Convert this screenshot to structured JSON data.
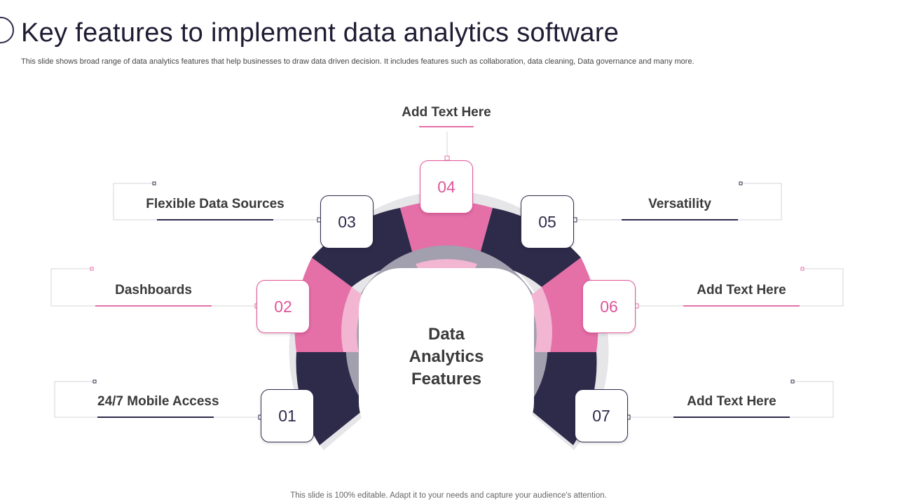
{
  "title": "Key features to implement data analytics software",
  "subtitle": "This slide shows broad range of data analytics features that help businesses to draw data driven decision. It includes features such as collaboration, data cleaning, Data governance and many more.",
  "center": {
    "line1": "Data",
    "line2": "Analytics",
    "line3": "Features"
  },
  "features": [
    {
      "number": "01",
      "label": "24/7 Mobile Access"
    },
    {
      "number": "02",
      "label": "Dashboards"
    },
    {
      "number": "03",
      "label": "Flexible Data Sources"
    },
    {
      "number": "04",
      "label": "Add Text Here"
    },
    {
      "number": "05",
      "label": "Versatility"
    },
    {
      "number": "06",
      "label": "Add Text Here"
    },
    {
      "number": "07",
      "label": "Add Text Here"
    }
  ],
  "footer": "This slide is 100% editable. Adapt it to your needs and capture your audience's attention.",
  "colors": {
    "navy": "#2e2a4a",
    "pink": "#e56fa7",
    "pink_light": "#f2b5d2",
    "gray": "#a29fae"
  }
}
